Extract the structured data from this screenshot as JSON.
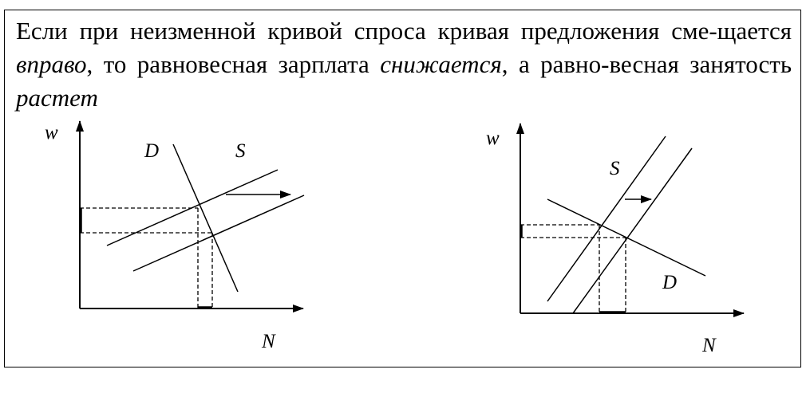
{
  "text": {
    "part1": "Если при неизменной кривой спроса кривая предложения сме-щается ",
    "em1": "вправо",
    "part2": ", то равновесная зарплата ",
    "em2": "снижается",
    "part3": ", а равно-весная занятость ",
    "em3": "растет"
  },
  "left_graph": {
    "y_label": "w",
    "x_label": "N",
    "demand_label": "D",
    "supply_label": "S"
  },
  "right_graph": {
    "y_label": "w",
    "x_label": "N",
    "demand_label": "D",
    "supply_label": "S"
  }
}
